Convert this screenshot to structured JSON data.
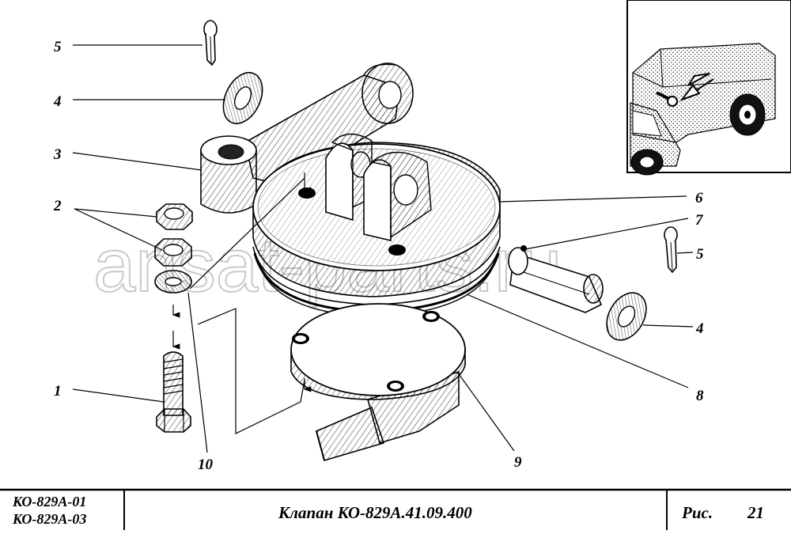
{
  "watermark": "ansat-parts.ru",
  "callouts": [
    "1",
    "2",
    "3",
    "4",
    "4",
    "5",
    "5",
    "6",
    "7",
    "8",
    "9",
    "10"
  ],
  "title_block": {
    "models": [
      "КО-829А-01",
      "КО-829А-03"
    ],
    "title": "Клапан КО-829А.41.09.400",
    "figure_label": "Рис.",
    "figure_number": "21"
  },
  "colors": {
    "ink": "#000000",
    "watermark": "#c9c9c9",
    "paper": "#ffffff"
  }
}
